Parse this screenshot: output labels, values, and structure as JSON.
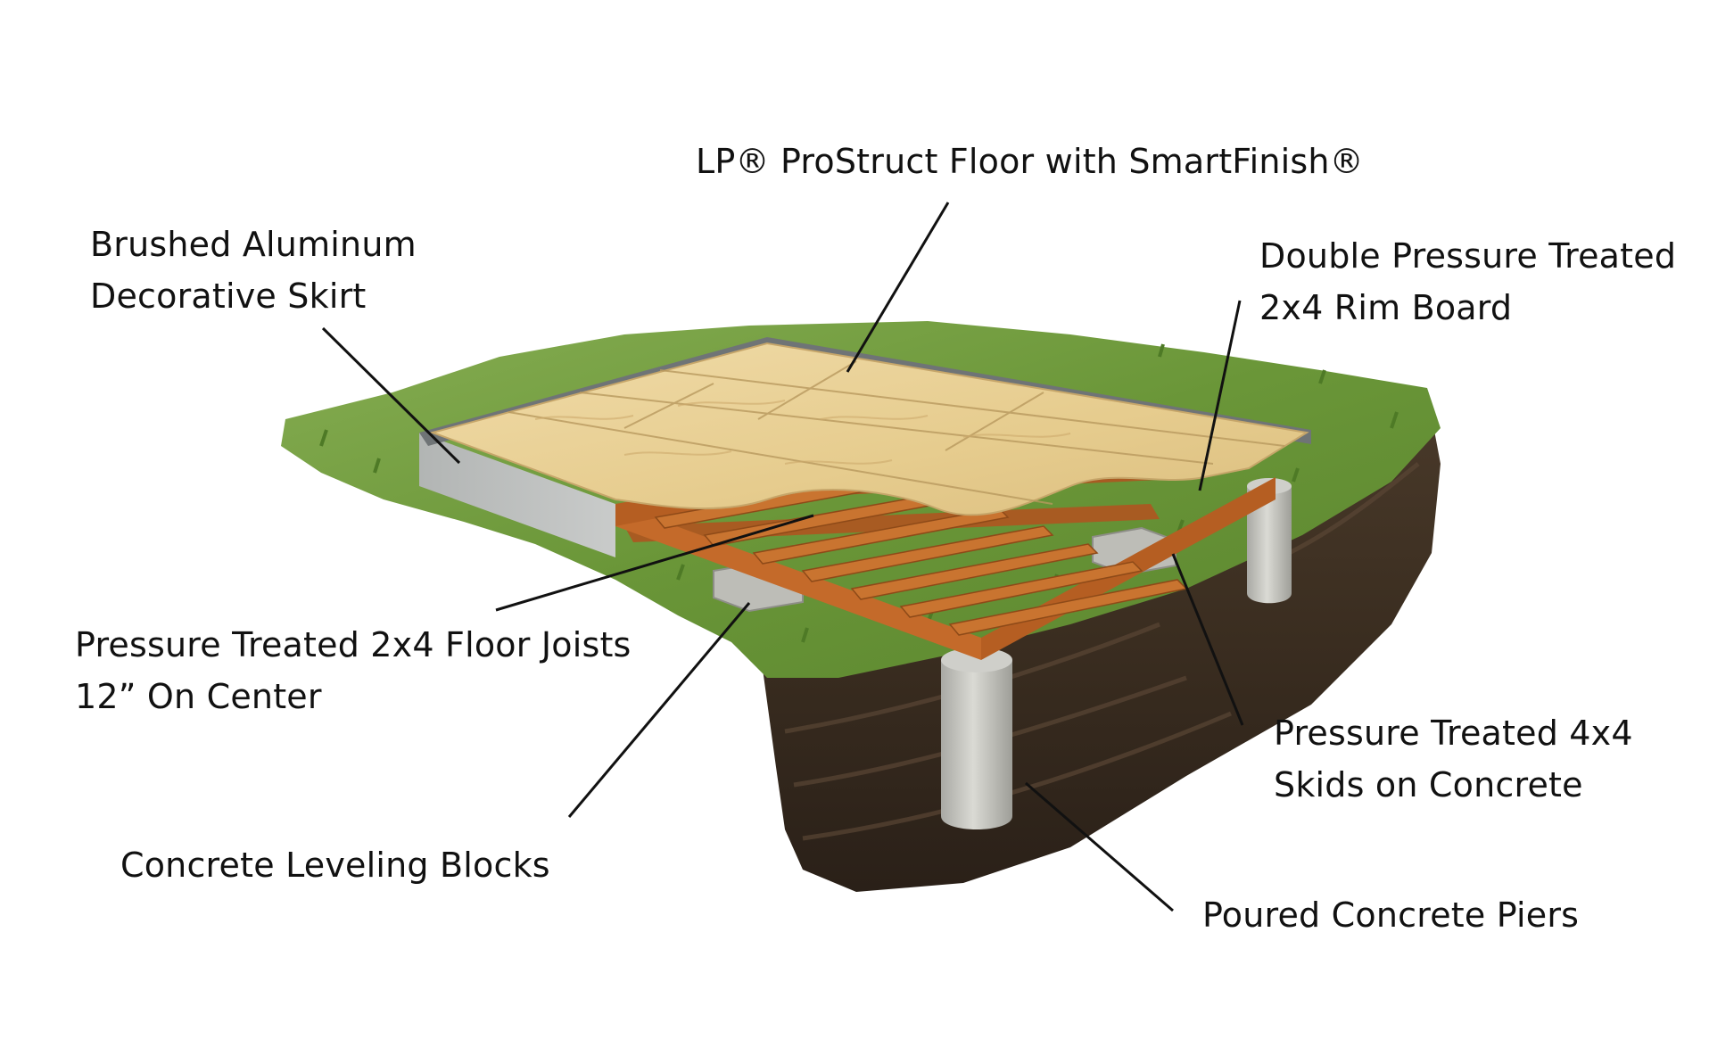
{
  "labels": {
    "floor": [
      "LP® ProStruct Floor with SmartFinish®"
    ],
    "skirt": [
      "Brushed Aluminum",
      "Decorative Skirt"
    ],
    "rim": [
      "Double Pressure Treated",
      "2x4 Rim Board"
    ],
    "joists": [
      "Pressure Treated 2x4 Floor Joists",
      "12” On Center"
    ],
    "skids": [
      "Pressure Treated 4x4",
      "Skids on Concrete"
    ],
    "blocks": [
      "Concrete Leveling Blocks"
    ],
    "piers": [
      "Poured Concrete Piers"
    ]
  },
  "colors": {
    "grass": "#6e9a3c",
    "soil": "#3b2e22",
    "plywood": "#e8cf94",
    "lumber": "#c46a2a",
    "aluminum": "#b9bcbc",
    "concrete": "#c9c9c4",
    "leader_line": "#111111"
  }
}
